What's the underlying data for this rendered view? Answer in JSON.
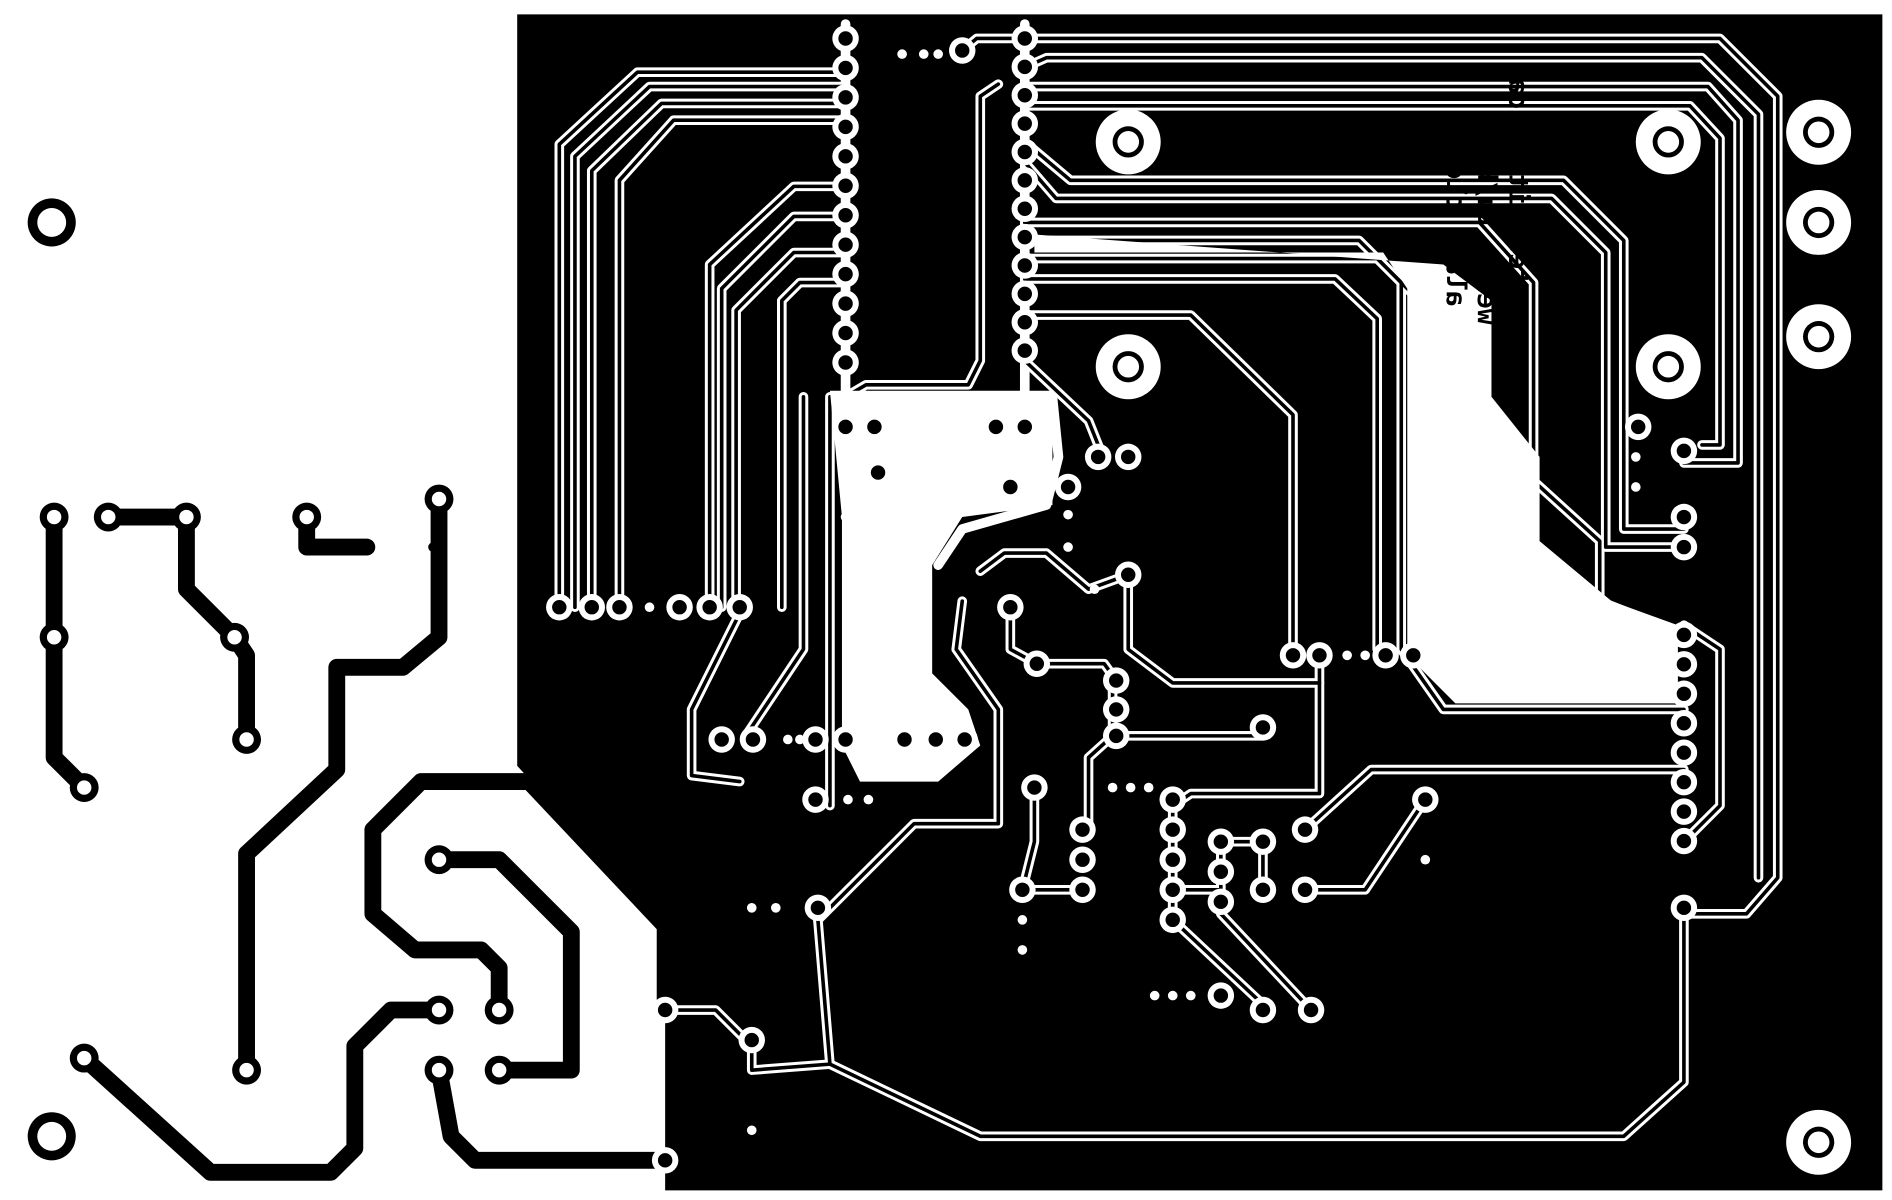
{
  "image": {
    "kind": "PCB copper layer artwork (mirrored)",
    "colors": {
      "background": "#ffffff",
      "copper_fill": "#000000",
      "clearance": "#ffffff",
      "trace_off_board": "#000000"
    }
  },
  "silkscreen_text": {
    "line1": "created with kicad",
    "line2": "weigu.lu/b",
    "line3": "alarm clock",
    "mirrored": true
  }
}
